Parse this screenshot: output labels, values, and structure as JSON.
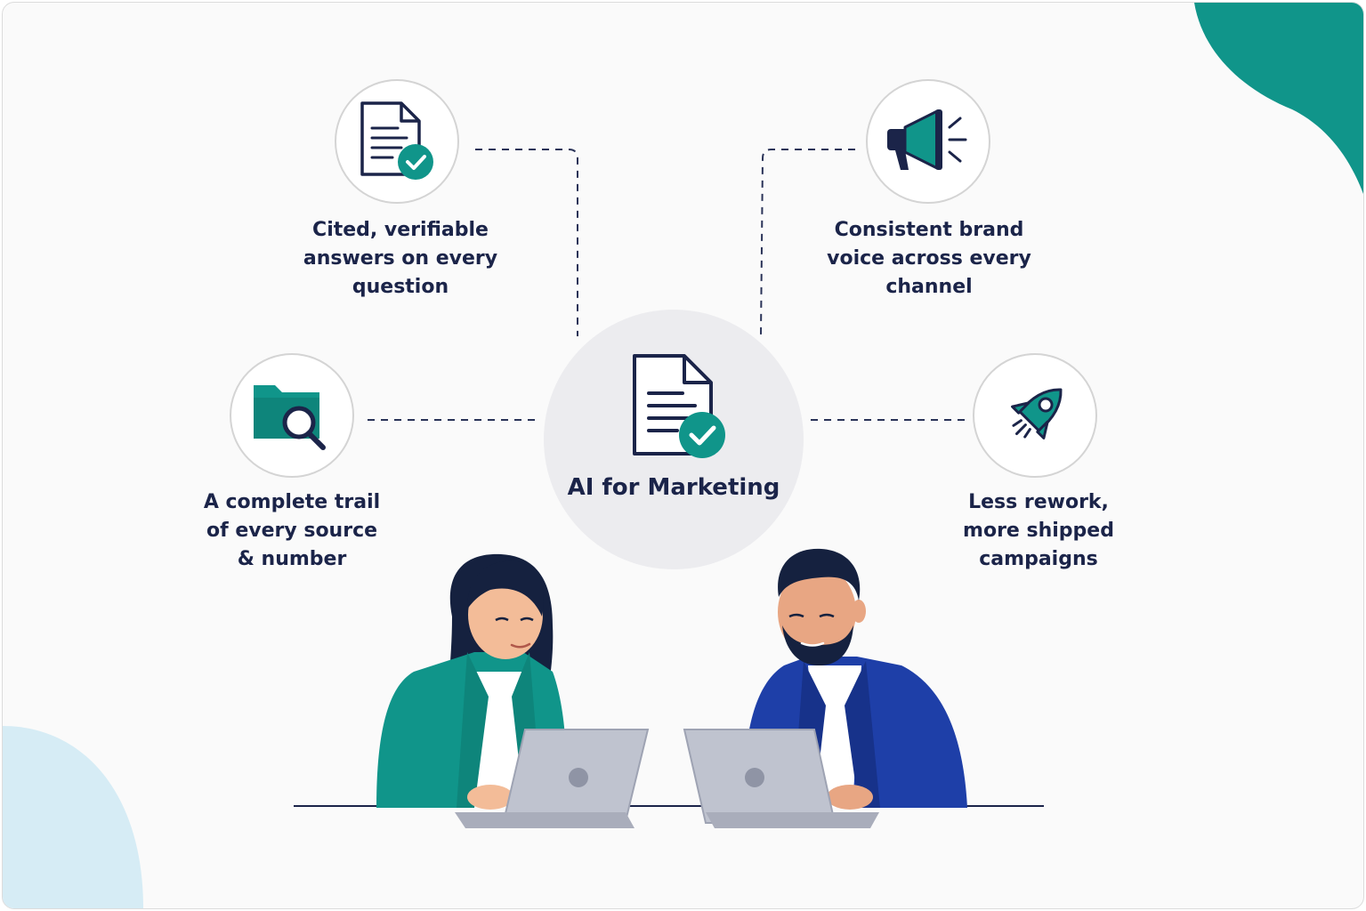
{
  "center": {
    "title": "AI for Marketing",
    "icon": "verified-document-icon"
  },
  "features": [
    {
      "id": "cited",
      "label_lines": [
        "Cited, verifiable",
        "answers on every",
        "question"
      ],
      "icon": "verified-document-icon"
    },
    {
      "id": "brand",
      "label_lines": [
        "Consistent brand",
        "voice across every",
        "channel"
      ],
      "icon": "megaphone-icon"
    },
    {
      "id": "trail",
      "label_lines": [
        "A complete trail",
        "of every source",
        "& number"
      ],
      "icon": "folder-search-icon"
    },
    {
      "id": "rework",
      "label_lines": [
        "Less rework,",
        "more shipped",
        "campaigns"
      ],
      "icon": "rocket-icon"
    }
  ],
  "colors": {
    "teal": "#10958a",
    "navy": "#1b2449",
    "royal_blue": "#1e3fa8",
    "light_blue": "#d6ecf5",
    "laptop": "#bfc3cf"
  }
}
